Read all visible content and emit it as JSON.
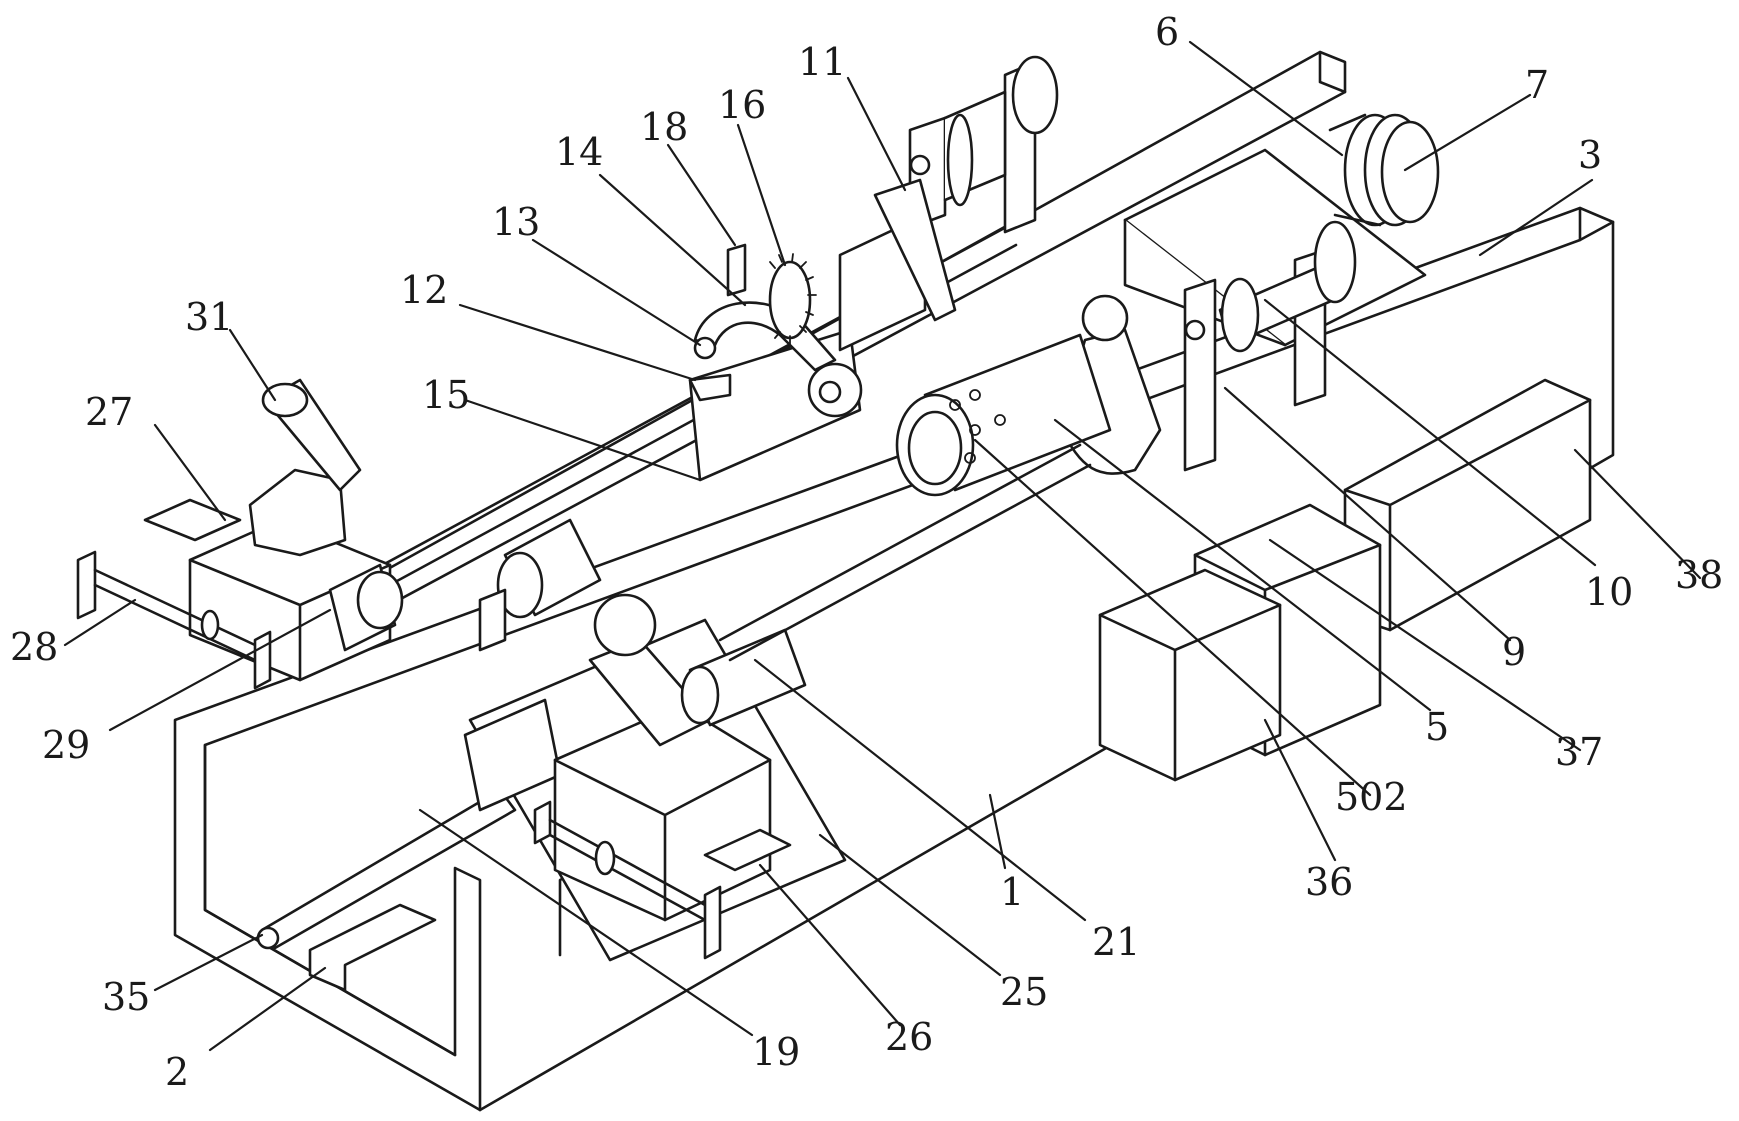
{
  "labels": [
    {
      "id": "l1",
      "text": "1"
    },
    {
      "id": "l2",
      "text": "2"
    },
    {
      "id": "l3",
      "text": "3"
    },
    {
      "id": "l5",
      "text": "5"
    },
    {
      "id": "l6",
      "text": "6"
    },
    {
      "id": "l7",
      "text": "7"
    },
    {
      "id": "l9",
      "text": "9"
    },
    {
      "id": "l10",
      "text": "10"
    },
    {
      "id": "l11",
      "text": "11"
    },
    {
      "id": "l12",
      "text": "12"
    },
    {
      "id": "l13",
      "text": "13"
    },
    {
      "id": "l14",
      "text": "14"
    },
    {
      "id": "l15",
      "text": "15"
    },
    {
      "id": "l16",
      "text": "16"
    },
    {
      "id": "l18",
      "text": "18"
    },
    {
      "id": "l19",
      "text": "19"
    },
    {
      "id": "l21",
      "text": "21"
    },
    {
      "id": "l25",
      "text": "25"
    },
    {
      "id": "l26",
      "text": "26"
    },
    {
      "id": "l27",
      "text": "27"
    },
    {
      "id": "l28",
      "text": "28"
    },
    {
      "id": "l29",
      "text": "29"
    },
    {
      "id": "l31",
      "text": "31"
    },
    {
      "id": "l35",
      "text": "35"
    },
    {
      "id": "l36",
      "text": "36"
    },
    {
      "id": "l37",
      "text": "37"
    },
    {
      "id": "l38",
      "text": "38"
    },
    {
      "id": "l502",
      "text": "502"
    }
  ]
}
